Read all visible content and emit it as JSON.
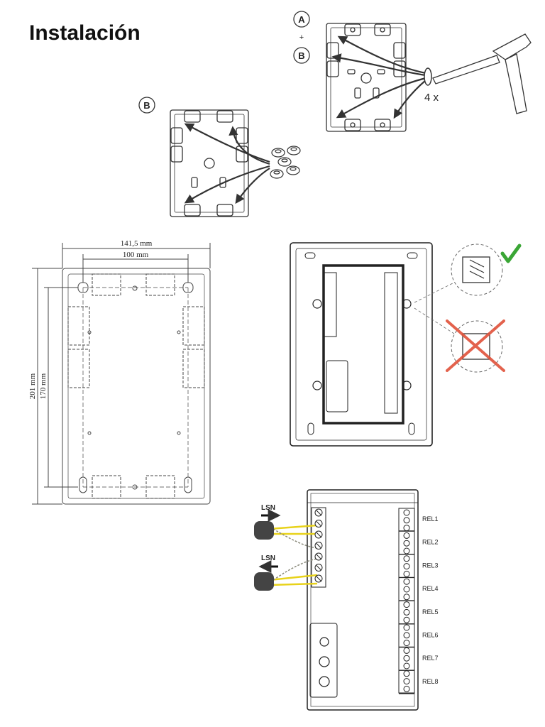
{
  "page": {
    "title": "Instalación"
  },
  "step_labels": {
    "a": "A",
    "plus": "+",
    "b": "B",
    "b2": "B"
  },
  "knockout": {
    "count": "4 x"
  },
  "dimensions": {
    "width_outer": "141,5 mm",
    "width_inner": "100 mm",
    "height_outer": "201 mm",
    "height_inner": "170 mm"
  },
  "wiring": {
    "lsn_in": "LSN",
    "lsn_out": "LSN",
    "relays": [
      "REL1",
      "REL2",
      "REL3",
      "REL4",
      "REL5",
      "REL6",
      "REL7",
      "REL8"
    ]
  },
  "colors": {
    "check": "#3aa635",
    "cross": "#e0523a",
    "wire_yellow": "#e8d21a",
    "cable": "#444444"
  }
}
